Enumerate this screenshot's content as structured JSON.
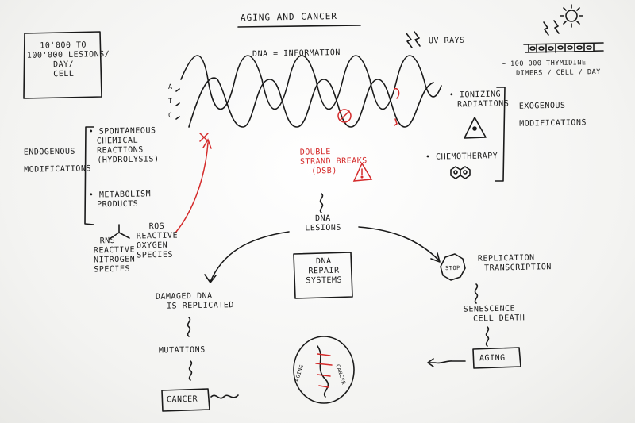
{
  "title": "AGING AND CANCER",
  "lesions_box": [
    "10'000 TO",
    "100'000 LESIONS/",
    "DAY/",
    "CELL"
  ],
  "dna_information": "DNA = INFORMATION",
  "bases": [
    "A",
    "T",
    "C"
  ],
  "uv_rays": "UV RAYS",
  "thymidine": [
    "~ 100 000 THYMIDINE",
    "DIMERS / CELL / DAY"
  ],
  "exogenous": {
    "ionizing": [
      "IONIZING",
      "RADIATIONS"
    ],
    "chemotherapy": "CHEMOTHERAPY",
    "label": [
      "EXOGENOUS",
      "MODIFICATIONS"
    ]
  },
  "endogenous": {
    "label": [
      "ENDOGENOUS",
      "MODIFICATIONS"
    ],
    "spontaneous": [
      "SPONTANEOUS",
      "CHEMICAL",
      "REACTIONS",
      "(HYDROLYSIS)"
    ],
    "metabolism": [
      "METABOLISM",
      "PRODUCTS"
    ]
  },
  "rns": [
    "RNS",
    "REACTIVE",
    "NITROGEN",
    "SPECIES"
  ],
  "ros": [
    "ROS",
    "REACTIVE",
    "OXYGEN",
    "SPECIES"
  ],
  "dsb": [
    "DOUBLE",
    "STRAND BREAKS",
    "(DSB)"
  ],
  "dna_lesions": [
    "DNA",
    "LESIONS"
  ],
  "repair_box": [
    "DNA",
    "REPAIR",
    "SYSTEMS"
  ],
  "damaged": [
    "DAMAGED DNA",
    "IS REPLICATED"
  ],
  "mutations": "MUTATIONS",
  "cancer": "CANCER",
  "stop": "STOP",
  "replication": [
    "REPLICATION",
    "TRANSCRIPTION"
  ],
  "senescence": [
    "SENESCENCE",
    "CELL DEATH"
  ],
  "aging": "AGING",
  "cell_labels": [
    "AGING",
    "CANCER"
  ],
  "colors": {
    "ink": "#1a1a1a",
    "red": "#d42a2a",
    "board": "#f4f4f2"
  }
}
